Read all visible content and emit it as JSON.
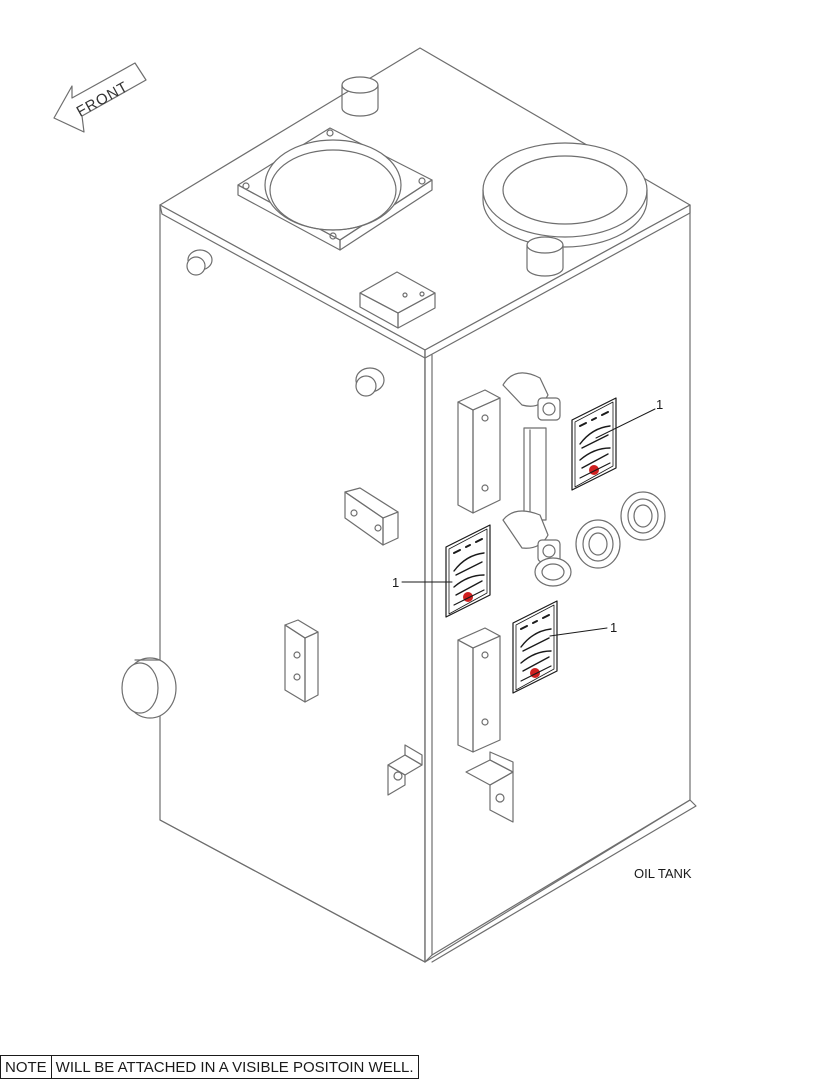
{
  "orientation": {
    "label": "FRONT"
  },
  "callouts": [
    {
      "label": "1",
      "ref": "decal-upper-right"
    },
    {
      "label": "1",
      "ref": "decal-left"
    },
    {
      "label": "1",
      "ref": "decal-lower"
    }
  ],
  "caption": {
    "text": "OIL TANK"
  },
  "note": {
    "tag": "NOTE",
    "text": "WILL BE ATTACHED IN A VISIBLE POSITOIN WELL."
  },
  "colors": {
    "line": "#6e6e6e",
    "decal_mark": "#d02020"
  }
}
